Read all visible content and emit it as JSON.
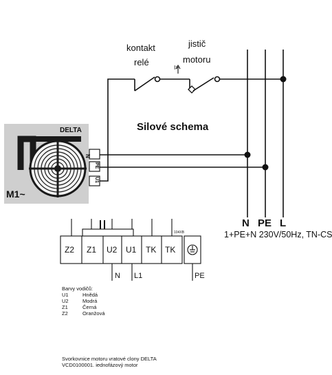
{
  "colors": {
    "line": "#111111",
    "motor_box": "#cfcfcf",
    "motor_frame": "#1a1a1a"
  },
  "labels": {
    "contact_line1": "kontakt",
    "contact_line2": "relé",
    "breaker_line1": "jistič",
    "breaker_line2": "motoru",
    "breaker_symbol": "I>",
    "power_title": "Silové schema",
    "motor_brand": "DELTA",
    "motor_name": "M1~",
    "term_n": "N",
    "term_pe": "PE",
    "term_u1": "U1",
    "rail_n": "N",
    "rail_pe": "PE",
    "rail_l": "L",
    "supply": "1+PE+N 230V/50Hz, TN-CS"
  },
  "terminal_block": {
    "cells": [
      "Z2",
      "Z1",
      "U2",
      "U1",
      "TK",
      "TK"
    ],
    "ref": "104XB",
    "below_n": "N",
    "below_l1": "L1",
    "below_pe": "PE"
  },
  "wire_colors": {
    "title": "Barvy vodičů:",
    "rows": [
      {
        "code": "U1",
        "color": "Hnědá"
      },
      {
        "code": "U2",
        "color": "Modrá"
      },
      {
        "code": "Z1",
        "color": "Černá"
      },
      {
        "code": "Z2",
        "color": "Oranžová"
      }
    ]
  },
  "footer": {
    "line1": "Svorkovnice motoru vratové clony DELTA",
    "line2": "VCD0100001. iednofázový motor"
  }
}
